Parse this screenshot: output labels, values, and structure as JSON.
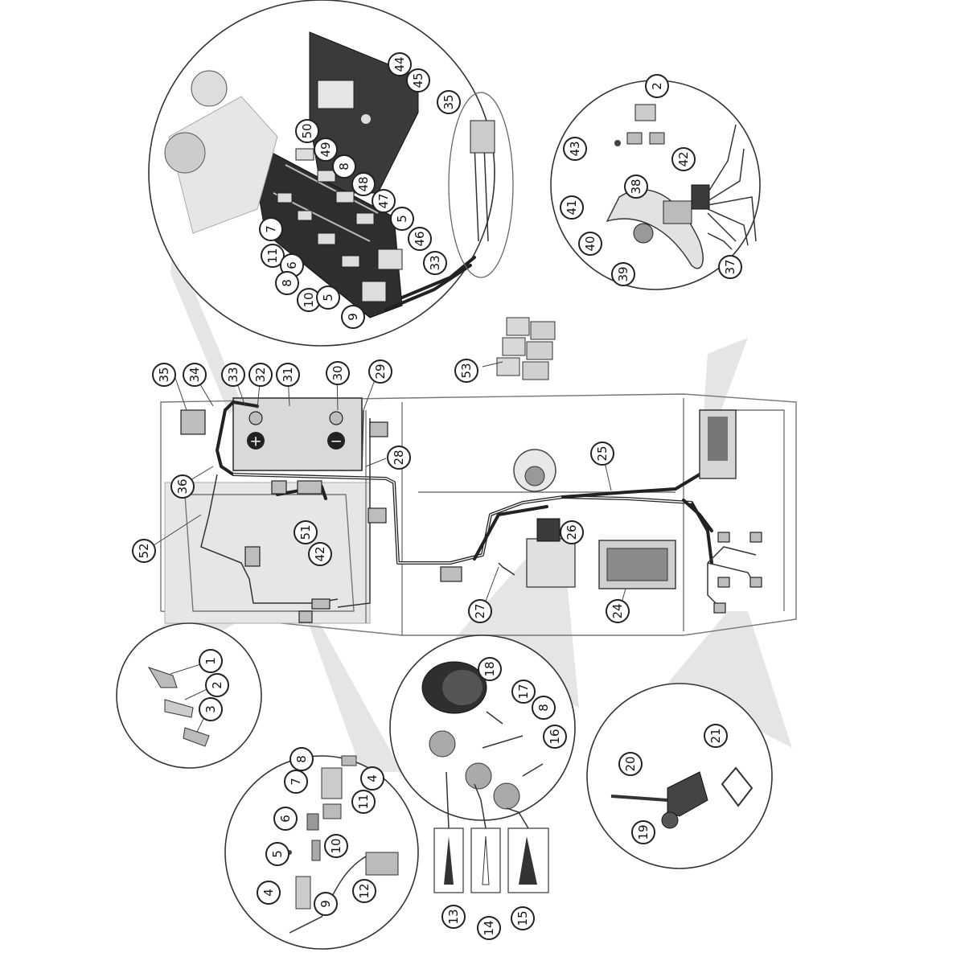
{
  "callout_numbers": {
    "n1": "1",
    "n2": "2",
    "n3": "3",
    "n4": "4",
    "n5": "5",
    "n6": "6",
    "n7": "7",
    "n8": "8",
    "n9": "9",
    "n10": "10",
    "n11": "11",
    "n12": "12",
    "n13": "13",
    "n14": "14",
    "n15": "15",
    "n16": "16",
    "n17": "17",
    "n18": "18",
    "n19": "19",
    "n20": "20",
    "n21": "21",
    "n24": "24",
    "n25": "25",
    "n26": "26",
    "n27": "27",
    "n28": "28",
    "n29": "29",
    "n30": "30",
    "n31": "31",
    "n32": "32",
    "n33": "33",
    "n34": "34",
    "n35": "35",
    "n36": "36",
    "n37": "37",
    "n38": "38",
    "n39": "39",
    "n40": "40",
    "n41": "41",
    "n42": "42",
    "n43": "43",
    "n44": "44",
    "n45": "45",
    "n46": "46",
    "n47": "47",
    "n48": "48",
    "n49": "49",
    "n50": "50",
    "n51": "51",
    "n52": "52",
    "n53": "53"
  },
  "battery_symbols": {
    "plus": "+",
    "minus": "−"
  },
  "colors": {
    "line": "#222222",
    "shade": "#cfcfcf",
    "background": "#ffffff"
  }
}
